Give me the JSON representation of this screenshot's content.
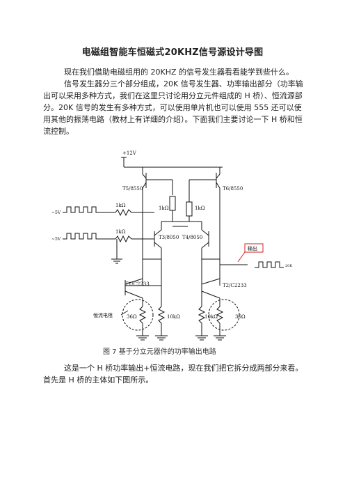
{
  "document": {
    "title": "电磁组智能车恒磁式20KHZ信号源设计导图",
    "paragraph1": "现在我们借助电磁组用的 20KHZ 的信号发生器看看能学到些什么。",
    "paragraph2": "信号发生器分三个部分组成，20K 信号发生器、功率输出部分（功率输出可以采用多种方式，我们在这里只讨论用分立元件组成的 H 桥）、恒流源部分。20K 信号的发生有多种方式，可以使用单片机也可以使用 555 还可以使用其他的振荡电路（教材上有详细的介绍）。下面我们主要讨论一下 H 桥和恒流控制。",
    "caption": "图 7  基于分立元器件的功率输出电路",
    "paragraph3": "这是一个 H 桥功率输出+恒流电路，现在我们把它拆分成两部分来看。首先是 H 桥的主体如下图所示。"
  },
  "circuit": {
    "vcc": "+12V",
    "t5": "T5/8550",
    "t6": "T6/8550",
    "t3": "T3/8050",
    "t4": "T4/8050",
    "t1": "T1/C2233",
    "t2": "T2/C2233",
    "r_base1": "1kΩ",
    "r_base2": "1kΩ",
    "r_mid1": "1kΩ",
    "r_mid2": "1kΩ",
    "r_sense1": "36Ω",
    "r_sense2": "36Ω",
    "r_10k1": "10kΩ",
    "r_10k2": "10kΩ",
    "in1": "~5V",
    "in2": "~5V",
    "sense_label": "恒流电阻",
    "output_label": "输出",
    "signal_label": "20K"
  }
}
